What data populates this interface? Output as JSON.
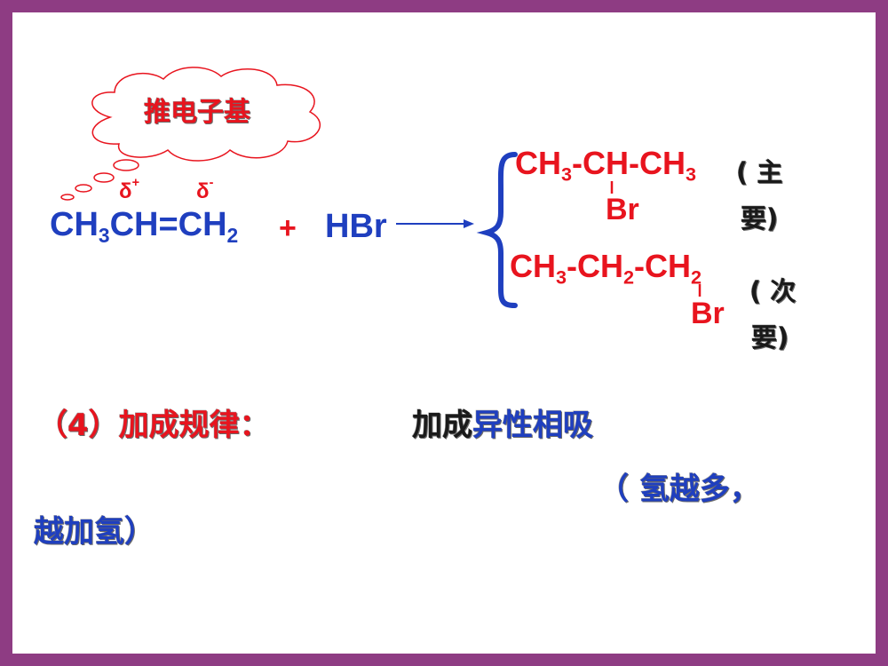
{
  "colors": {
    "frame": "#8e3c83",
    "blue": "#1f3fbf",
    "red": "#e8141e",
    "black": "#1a1a1a"
  },
  "cloud": {
    "label": "推电子基"
  },
  "delta": {
    "plus_symbol": "δ",
    "plus_sign": "+",
    "minus_symbol": "δ",
    "minus_sign": "-"
  },
  "reactant": {
    "ch3": "CH",
    "sub3": "3",
    "rest": "CH=CH",
    "sub2": "2",
    "plus": "+",
    "reagent": "HBr"
  },
  "product1": {
    "a": "CH",
    "a_sub": "3",
    "b": "-CH-CH",
    "b_sub": "3",
    "br": "Br",
    "note_line1": "( 主",
    "note_line2": "要)"
  },
  "product2": {
    "a": "CH",
    "a_sub": "3",
    "b": "-CH",
    "b_sub": "2",
    "c": "-CH",
    "c_sub": "2",
    "br": "Br",
    "note_line1": "( 次",
    "note_line2": "要)"
  },
  "rule": {
    "heading": "（4）加成规律：",
    "text_black": "加成",
    "text_blue": "异性相吸",
    "line2": "（  氢越多，",
    "line3": "越加氢）"
  }
}
